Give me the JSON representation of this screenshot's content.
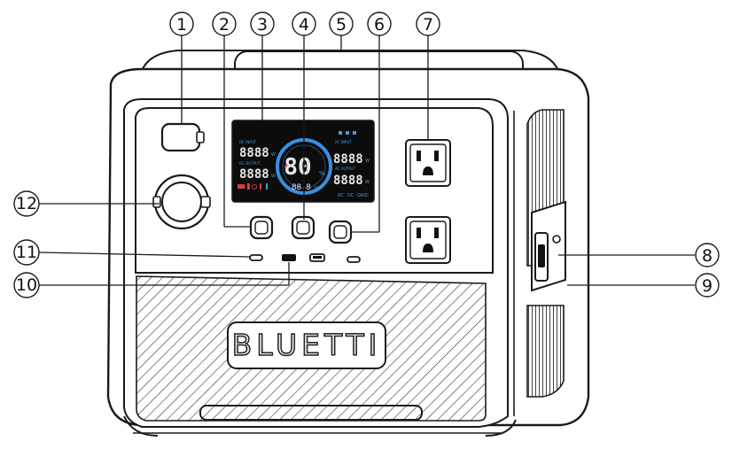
{
  "callouts": [
    {
      "n": "1",
      "label": "①"
    },
    {
      "n": "2",
      "label": "②"
    },
    {
      "n": "3",
      "label": "③"
    },
    {
      "n": "4",
      "label": "④"
    },
    {
      "n": "5",
      "label": "⑤"
    },
    {
      "n": "6",
      "label": "⑥"
    },
    {
      "n": "7",
      "label": "⑦"
    },
    {
      "n": "8",
      "label": "⑧"
    },
    {
      "n": "9",
      "label": "⑨"
    },
    {
      "n": "10",
      "label": "⑩"
    },
    {
      "n": "11",
      "label": "⑪"
    },
    {
      "n": "12",
      "label": "⑫"
    }
  ],
  "brand": "BLUETTI",
  "lcd": {
    "battery_percent": "80",
    "percent_sign": "%",
    "left_top_value": "8888",
    "left_bottom_value": "8888",
    "right_top_value": "8888",
    "right_bottom_value": "8888",
    "time_value": "88.8",
    "dc_input_label": "DC INPUT",
    "ac_input_label": "AC INPUT",
    "ac_output_label": "AC OUTPUT",
    "dc_output_label": "DC OUTPUT",
    "mode_ac": "AC",
    "mode_dc": "DC",
    "mode_grid": "GRID",
    "unit_w": "W",
    "unit_h": "H"
  },
  "colors": {
    "outline": "#1a1a1a",
    "lcd_bg": "#0c0c0c",
    "lcd_accent": "#3b8fe0",
    "lcd_red": "#e03a3a"
  }
}
